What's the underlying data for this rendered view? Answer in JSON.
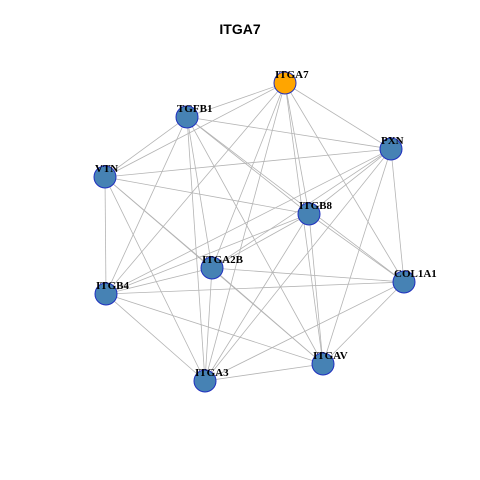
{
  "title": "ITGA7",
  "colors": {
    "focus_node": "#FFA500",
    "node": "#4682B4",
    "node_border": "#1F2FBF",
    "edge": "#B4B4B4"
  },
  "nodes": [
    {
      "id": "ITGA7",
      "label": "ITGA7",
      "focus": true
    },
    {
      "id": "TGFB1",
      "label": "TGFB1",
      "focus": false
    },
    {
      "id": "PXN",
      "label": "PXN",
      "focus": false
    },
    {
      "id": "VTN",
      "label": "VTN",
      "focus": false
    },
    {
      "id": "ITGB8",
      "label": "ITGB8",
      "focus": false
    },
    {
      "id": "ITGA2B",
      "label": "ITGA2B",
      "focus": false
    },
    {
      "id": "COL1A1",
      "label": "COL1A1",
      "focus": false
    },
    {
      "id": "ITGB4",
      "label": "ITGB4",
      "focus": false
    },
    {
      "id": "ITGAV",
      "label": "ITGAV",
      "focus": false
    },
    {
      "id": "ITGA3",
      "label": "ITGA3",
      "focus": false
    }
  ],
  "edges": [
    [
      "ITGA7",
      "TGFB1"
    ],
    [
      "ITGA7",
      "PXN"
    ],
    [
      "ITGA7",
      "VTN"
    ],
    [
      "ITGA7",
      "ITGB8"
    ],
    [
      "ITGA7",
      "ITGA2B"
    ],
    [
      "ITGA7",
      "COL1A1"
    ],
    [
      "ITGA7",
      "ITGB4"
    ],
    [
      "ITGA7",
      "ITGAV"
    ],
    [
      "ITGA7",
      "ITGA3"
    ],
    [
      "TGFB1",
      "PXN"
    ],
    [
      "TGFB1",
      "VTN"
    ],
    [
      "TGFB1",
      "ITGB8"
    ],
    [
      "TGFB1",
      "ITGA2B"
    ],
    [
      "TGFB1",
      "COL1A1"
    ],
    [
      "TGFB1",
      "ITGB4"
    ],
    [
      "TGFB1",
      "ITGAV"
    ],
    [
      "TGFB1",
      "ITGA3"
    ],
    [
      "PXN",
      "VTN"
    ],
    [
      "PXN",
      "ITGB8"
    ],
    [
      "PXN",
      "ITGA2B"
    ],
    [
      "PXN",
      "COL1A1"
    ],
    [
      "PXN",
      "ITGB4"
    ],
    [
      "PXN",
      "ITGAV"
    ],
    [
      "PXN",
      "ITGA3"
    ],
    [
      "VTN",
      "ITGB8"
    ],
    [
      "VTN",
      "ITGA2B"
    ],
    [
      "VTN",
      "ITGB4"
    ],
    [
      "VTN",
      "ITGAV"
    ],
    [
      "VTN",
      "ITGA3"
    ],
    [
      "ITGB8",
      "ITGB4"
    ],
    [
      "ITGB8",
      "ITGA2B"
    ],
    [
      "ITGB8",
      "COL1A1"
    ],
    [
      "ITGB8",
      "ITGAV"
    ],
    [
      "ITGB8",
      "ITGA3"
    ],
    [
      "ITGA2B",
      "ITGB4"
    ],
    [
      "ITGA2B",
      "COL1A1"
    ],
    [
      "ITGA2B",
      "ITGAV"
    ],
    [
      "ITGA2B",
      "ITGA3"
    ],
    [
      "COL1A1",
      "ITGB4"
    ],
    [
      "COL1A1",
      "ITGAV"
    ],
    [
      "COL1A1",
      "ITGA3"
    ],
    [
      "ITGB4",
      "ITGAV"
    ],
    [
      "ITGB4",
      "ITGA3"
    ],
    [
      "ITGAV",
      "ITGA3"
    ]
  ]
}
